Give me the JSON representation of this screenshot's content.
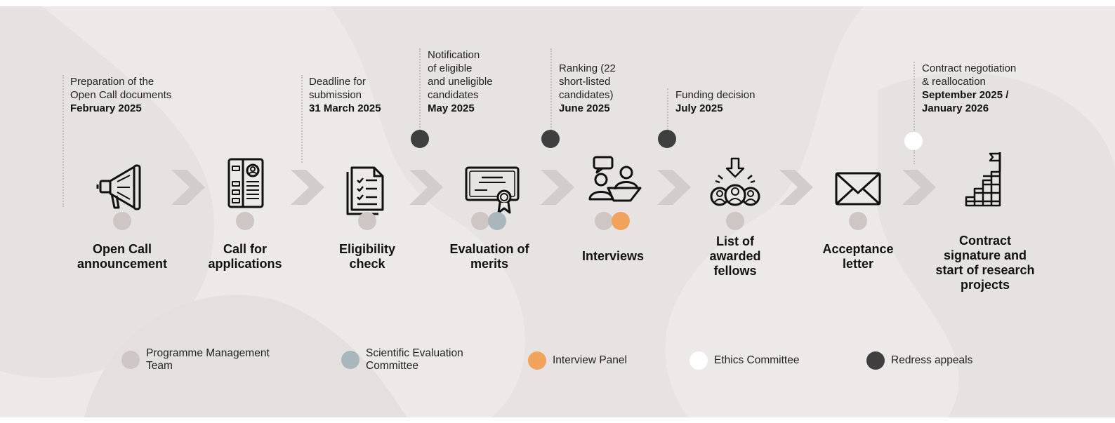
{
  "colors": {
    "programme_management": "#cdc6c5",
    "scientific_evaluation": "#a9b6bb",
    "interview_panel": "#f1a35c",
    "ethics_committee": "#ffffff",
    "redress_appeals": "#3f3f3f",
    "chevron": "#d3cccc",
    "background": "#ece9e8"
  },
  "steps": [
    {
      "title": [
        "Open Call",
        "announcement"
      ],
      "icon": "megaphone-icon",
      "dots": [
        "programme_management"
      ],
      "note": {
        "lines": [
          "Preparation of the",
          "Open Call documents"
        ],
        "date": [
          "February 2025"
        ]
      }
    },
    {
      "title": [
        "Call for",
        "applications"
      ],
      "icon": "application-form-icon",
      "dots": [
        "programme_management"
      ]
    },
    {
      "title": [
        "Eligibility",
        "check"
      ],
      "icon": "checklist-icon",
      "dots": [
        "programme_management"
      ],
      "note": {
        "lines": [
          "Deadline for",
          "submission"
        ],
        "date": [
          "31 March 2025"
        ]
      }
    },
    {
      "title": [
        "Evaluation of",
        "merits"
      ],
      "icon": "certificate-icon",
      "dots": [
        "programme_management",
        "scientific_evaluation"
      ],
      "appeal": "redress_appeals",
      "note": {
        "lines": [
          "Notification",
          "of eligible",
          "and uneligible",
          "candidates"
        ],
        "date": [
          "May 2025"
        ]
      }
    },
    {
      "title": [
        "Interviews"
      ],
      "icon": "interview-icon",
      "dots": [
        "programme_management",
        "interview_panel"
      ],
      "appeal": "redress_appeals",
      "note": {
        "lines": [
          "Ranking (22",
          "short-listed",
          "candidates)"
        ],
        "date": [
          "June 2025"
        ]
      }
    },
    {
      "title": [
        "List of",
        "awarded",
        "fellows"
      ],
      "icon": "awarded-fellows-icon",
      "dots": [
        "programme_management"
      ],
      "appeal": "redress_appeals",
      "note": {
        "lines": [
          "Funding decision"
        ],
        "date": [
          "July 2025"
        ]
      }
    },
    {
      "title": [
        "Acceptance",
        "letter"
      ],
      "icon": "envelope-icon",
      "dots": [
        "programme_management"
      ]
    },
    {
      "title": [
        "Contract",
        "signature and",
        "start of research",
        "projects"
      ],
      "icon": "growth-stairs-flag-icon",
      "dots": [],
      "appeal": "ethics_committee",
      "note": {
        "lines": [
          "Contract negotiation",
          "& reallocation"
        ],
        "date": [
          "September 2025 /",
          "January 2026"
        ]
      }
    }
  ],
  "legend": [
    {
      "label": [
        "Programme Management",
        "Team"
      ],
      "color": "programme_management"
    },
    {
      "label": [
        "Scientific Evaluation",
        "Committee"
      ],
      "color": "scientific_evaluation"
    },
    {
      "label": [
        "Interview Panel"
      ],
      "color": "interview_panel"
    },
    {
      "label": [
        "Ethics Committee"
      ],
      "color": "ethics_committee"
    },
    {
      "label": [
        "Redress appeals"
      ],
      "color": "redress_appeals"
    }
  ]
}
